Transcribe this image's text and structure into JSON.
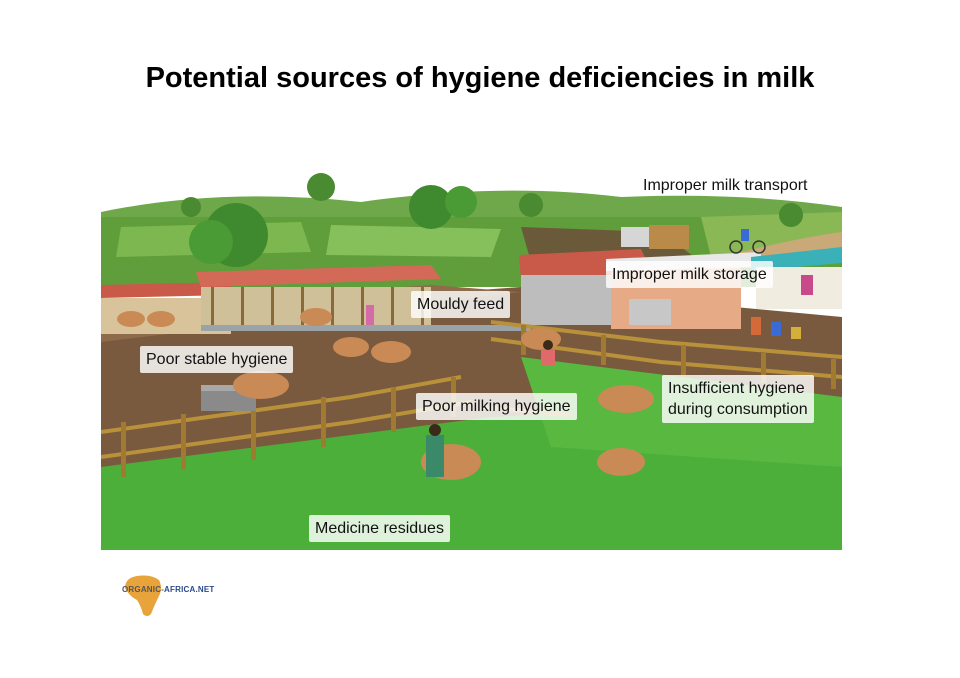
{
  "title": "Potential sources of hygiene deficiencies in milk",
  "labels": {
    "transport": "Improper milk transport",
    "storage": "Improper milk storage",
    "feed": "Mouldy feed",
    "stable": "Poor stable hygiene",
    "milking": "Poor milking hygiene",
    "consumption": "Insufficient hygiene\nduring consumption",
    "medicine": "Medicine residues"
  },
  "logo": {
    "text_a": "ORGANIC-",
    "text_b": "AFRICA.NET"
  },
  "colors": {
    "sky": "#ffffff",
    "field_green": "#5f9e3a",
    "grass": "#4caf3a",
    "dirt": "#7a5a3e",
    "roof_red": "#c95a4a",
    "fence": "#b8913a",
    "logo_orange": "#e8a33a"
  }
}
